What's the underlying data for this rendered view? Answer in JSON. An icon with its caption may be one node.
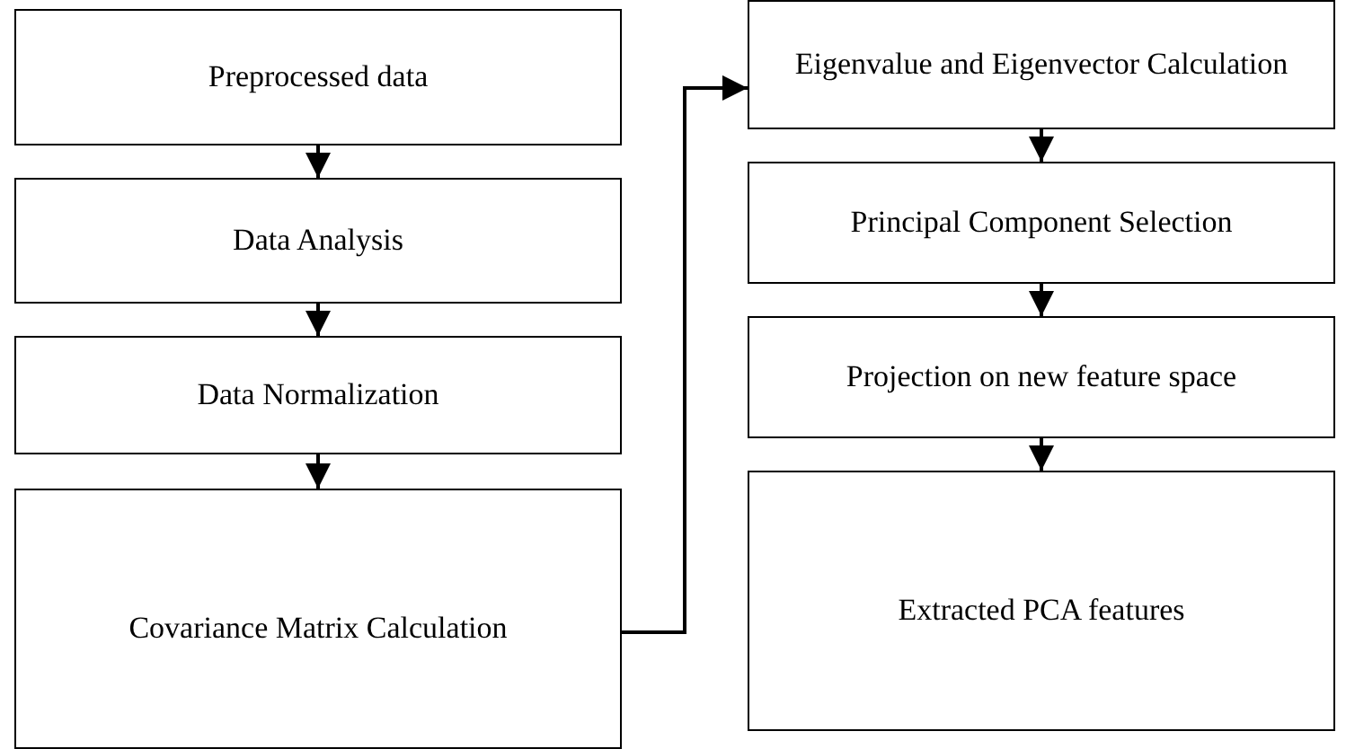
{
  "diagram": {
    "nodes": [
      {
        "text": [
          "Preprocessed data"
        ]
      },
      {
        "text": [
          "Data Analysis"
        ]
      },
      {
        "text": [
          "Data Normalization"
        ]
      },
      {
        "text": [
          "Covariance Matrix Calculation"
        ]
      },
      {
        "text": [
          "Eigenvalue and Eigenvector Calculation"
        ]
      },
      {
        "text": [
          "Principal Component Selection"
        ]
      },
      {
        "text": [
          "Projection on new feature space"
        ]
      },
      {
        "text": [
          "Extracted PCA features"
        ]
      }
    ],
    "edges": [
      {
        "from": 0,
        "to": 1,
        "arrow": "to"
      },
      {
        "from": 1,
        "to": 2,
        "arrow": "to"
      },
      {
        "from": 2,
        "to": 3,
        "arrow": "to"
      },
      {
        "from": 3,
        "to": 4,
        "arrow": "to"
      },
      {
        "from": 4,
        "to": 5,
        "arrow": "to"
      },
      {
        "from": 5,
        "to": 6,
        "arrow": "to"
      },
      {
        "from": 6,
        "to": 7,
        "arrow": "to"
      }
    ]
  }
}
